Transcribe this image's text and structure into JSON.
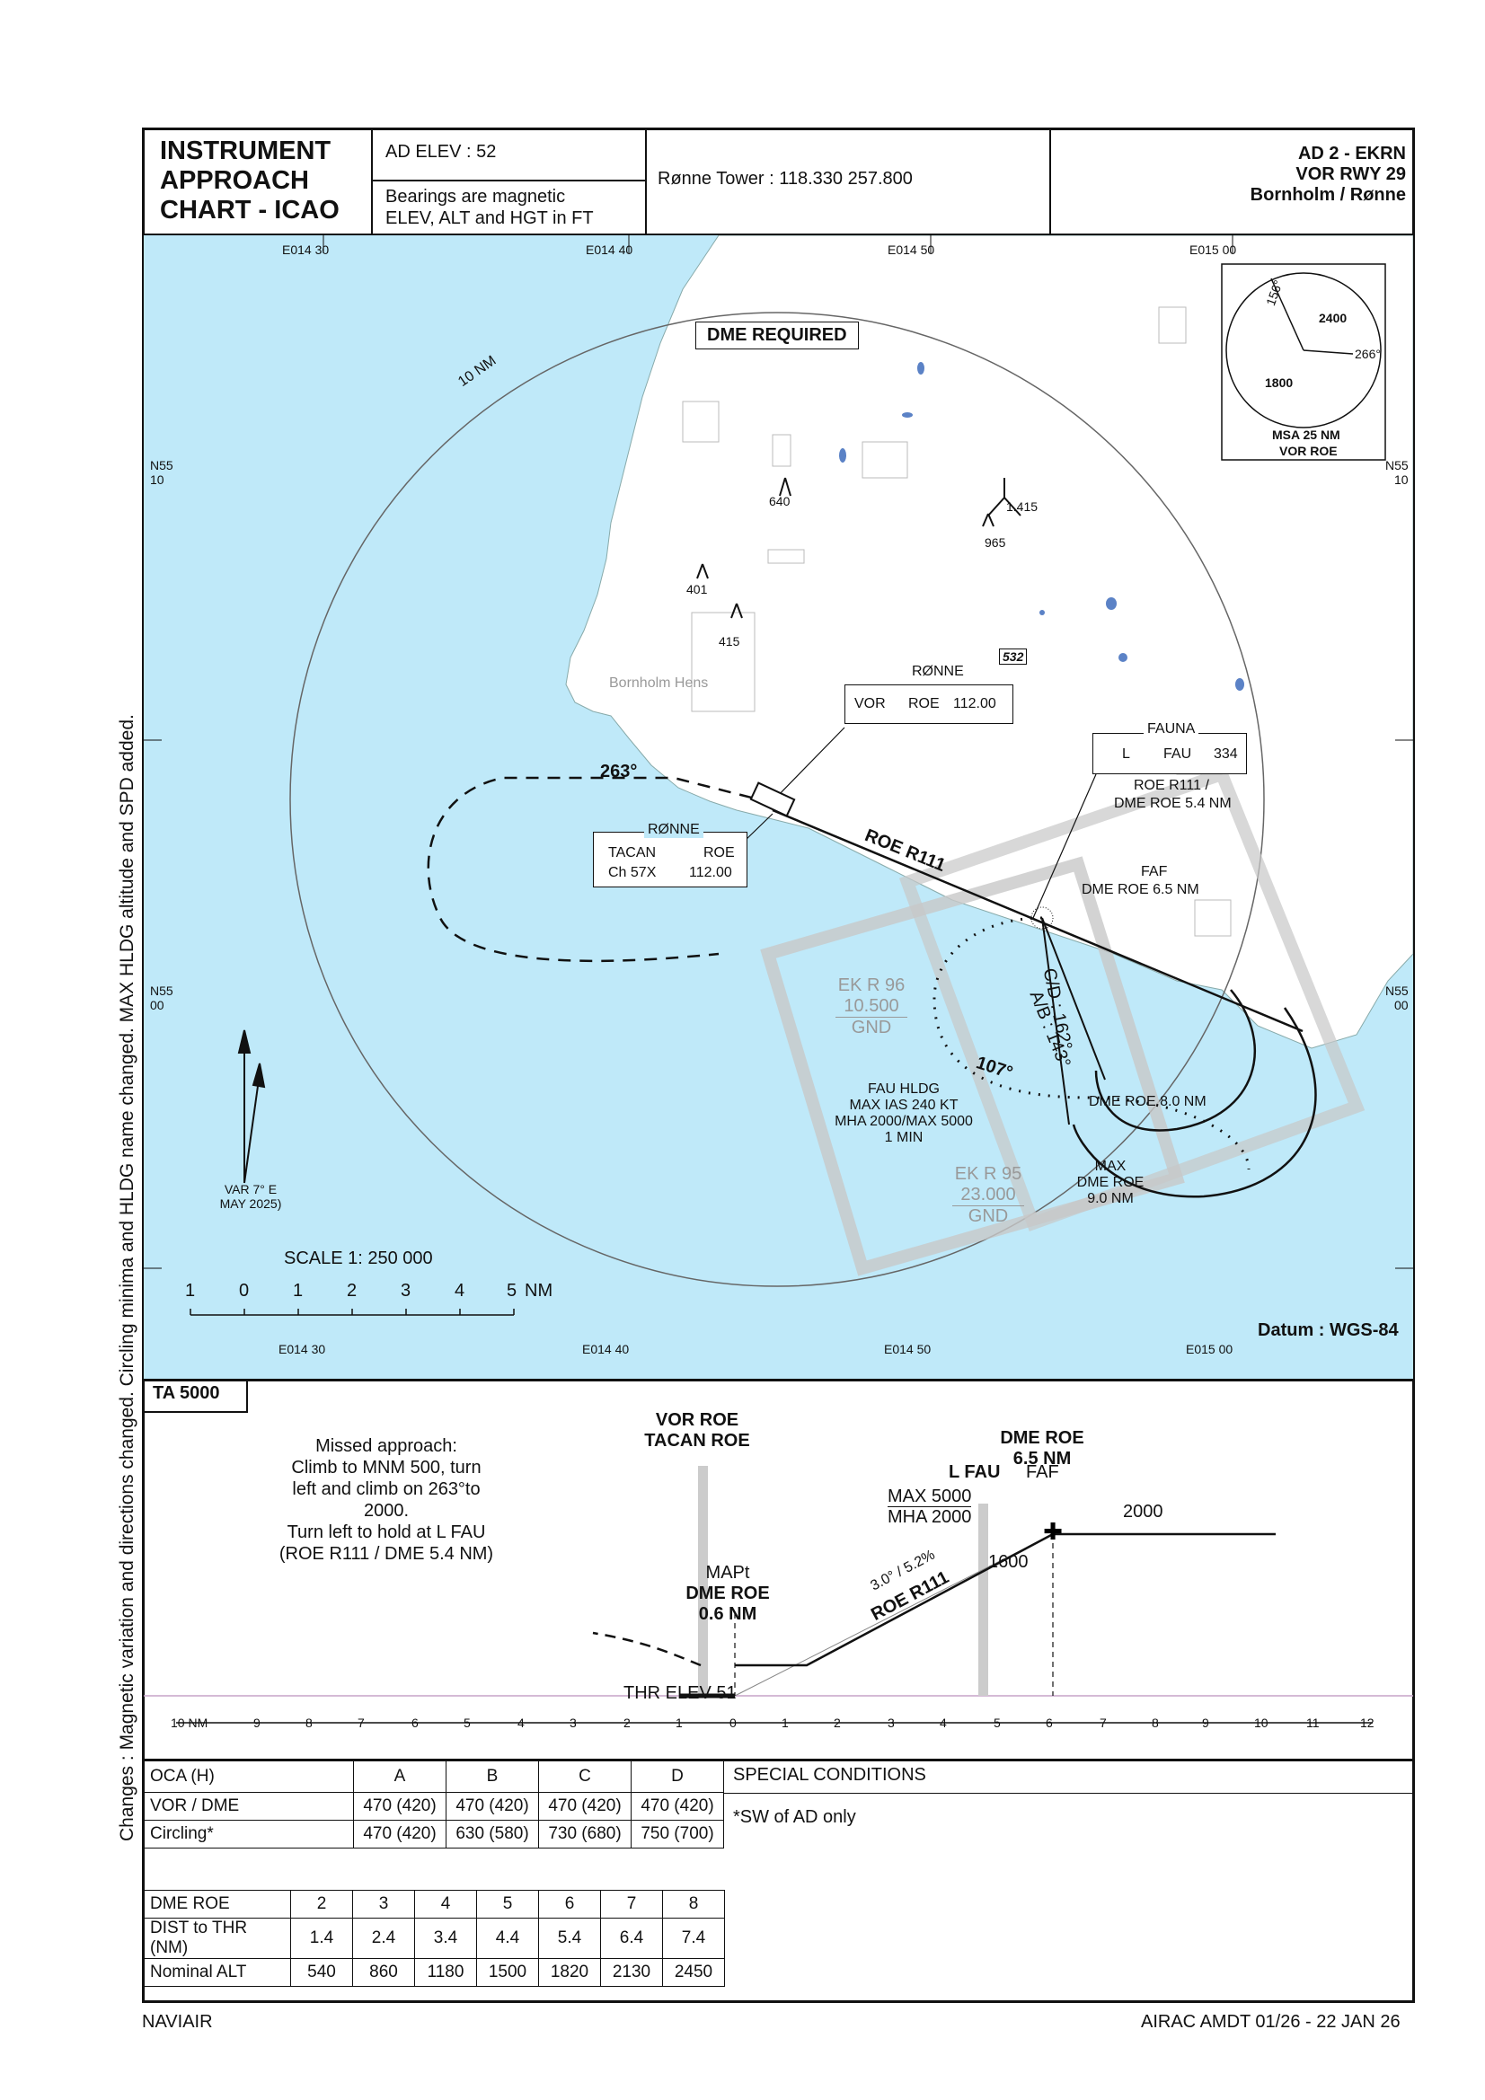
{
  "header": {
    "chart_type": [
      "INSTRUMENT",
      "APPROACH",
      "CHART - ICAO"
    ],
    "ad_elev": "AD ELEV : 52",
    "bearings": "Bearings are magnetic",
    "units": "ELEV, ALT and HGT in FT",
    "tower": "Rønne Tower : 118.330  257.800",
    "ad_id": "AD 2 - EKRN",
    "procedure": "VOR RWY 29",
    "location": "Bornholm / Rønne"
  },
  "map": {
    "longitudes_top": [
      "E014 30",
      "E014 40",
      "E014 50",
      "E015 00"
    ],
    "longitudes_bottom": [
      "E014 30",
      "E014 40",
      "E014 50",
      "E015 00"
    ],
    "lat_upper_left": [
      "N55",
      "10"
    ],
    "lat_upper_right": [
      "N55",
      "10"
    ],
    "lat_lower_left": [
      "N55",
      "00"
    ],
    "lat_lower_right": [
      "N55",
      "00"
    ],
    "dme_required": "DME REQUIRED",
    "range_ring": "10 NM",
    "obstacles": [
      "640",
      "1.415",
      "965",
      "401",
      "415"
    ],
    "spot_elev": "532",
    "town": "Bornholm Hens",
    "vor_box": {
      "name": "RØNNE",
      "type": "VOR",
      "ident": "ROE",
      "freq": "112.00"
    },
    "tacan_box": {
      "name": "RØNNE",
      "type": "TACAN",
      "ident": "ROE",
      "channel": "Ch  57X",
      "freq": "112.00"
    },
    "fauna_box": {
      "name": "FAUNA",
      "type": "L",
      "ident": "FAU",
      "freq": "334"
    },
    "fauna_fix": [
      "ROE R111 /",
      "DME ROE 5.4 NM"
    ],
    "faf_label": [
      "FAF",
      "DME ROE 6.5 NM"
    ],
    "missed_track": "263°",
    "final_radial": "ROE R111",
    "ab_label": "A/B : 143°",
    "cd_label": "C/D : 162°",
    "holding_track": "107°",
    "dme_8": "DME ROE 8.0 NM",
    "max_limit": [
      "MAX",
      "DME ROE",
      "9.0 NM"
    ],
    "hold_info": [
      "FAU HLDG",
      "MAX IAS 240 KT",
      "MHA 2000/MAX 5000",
      "1 MIN"
    ],
    "ekr96": [
      "EK R 96",
      "10.500",
      "GND"
    ],
    "ekr95": [
      "EK R 95",
      "23.000",
      "GND"
    ],
    "var": [
      "VAR 7° E",
      "MAY 2025)"
    ],
    "scale_title": "SCALE 1: 250 000",
    "scale_ticks": [
      "1",
      "0",
      "1",
      "2",
      "3",
      "4",
      "5"
    ],
    "scale_unit": "NM",
    "datum": "Datum : WGS-84",
    "msa": {
      "sector1": "156°",
      "sector2": "266°",
      "alt1": "2400",
      "alt2": "1800",
      "label1": "MSA 25 NM",
      "label2": "VOR ROE"
    },
    "colors": {
      "sea": "#bfe9f9",
      "land": "#ffffff",
      "lake": "#5b82c6",
      "airspace": "#c8c8c8"
    }
  },
  "profile": {
    "ta": "TA 5000",
    "missed_approach": [
      "Missed approach:",
      "Climb to MNM 500, turn",
      "left and climb on 263°to 2000.",
      "Turn left to hold at L FAU",
      "(ROE R111 / DME 5.4 NM)"
    ],
    "vor_label": [
      "VOR ROE",
      "TACAN ROE"
    ],
    "mapt": [
      "MAPt",
      "DME ROE",
      "0.6 NM"
    ],
    "lfau": "L FAU",
    "faf_head": [
      "DME ROE",
      "6.5 NM"
    ],
    "faf": "FAF",
    "max5000": "MAX 5000",
    "mha2000": "MHA 2000",
    "alt2000": "2000",
    "alt1600": "1600",
    "glide": "3.0° / 5.2%",
    "radial": "ROE R111",
    "thr": "THR ELEV 51",
    "axis": [
      "10 NM",
      "9",
      "8",
      "7",
      "6",
      "5",
      "4",
      "3",
      "2",
      "1",
      "0",
      "1",
      "2",
      "3",
      "4",
      "5",
      "6",
      "7",
      "8",
      "9",
      "10",
      "11",
      "12"
    ]
  },
  "minima": {
    "header": [
      "OCA (H)",
      "A",
      "B",
      "C",
      "D"
    ],
    "rows": [
      [
        "VOR / DME",
        "470 (420)",
        "470 (420)",
        "470 (420)",
        "470 (420)"
      ],
      [
        "Circling*",
        "470 (420)",
        "630 (580)",
        "730 (680)",
        "750 (700)"
      ]
    ],
    "special_title": "SPECIAL CONDITIONS",
    "special_note": "*SW of AD only"
  },
  "dme_table": {
    "rows": [
      [
        "DME ROE",
        "2",
        "3",
        "4",
        "5",
        "6",
        "7",
        "8"
      ],
      [
        "DIST to THR (NM)",
        "1.4",
        "2.4",
        "3.4",
        "4.4",
        "5.4",
        "6.4",
        "7.4"
      ],
      [
        "Nominal ALT",
        "540",
        "860",
        "1180",
        "1500",
        "1820",
        "2130",
        "2450"
      ]
    ]
  },
  "footer": {
    "publisher": "NAVIAIR",
    "airac": "AIRAC AMDT 01/26 - 22 JAN 26",
    "changes": "Changes : Magnetic variation and directions changed. Circling minima and HLDG name changed. MAX HLDG altitude and SPD added."
  }
}
